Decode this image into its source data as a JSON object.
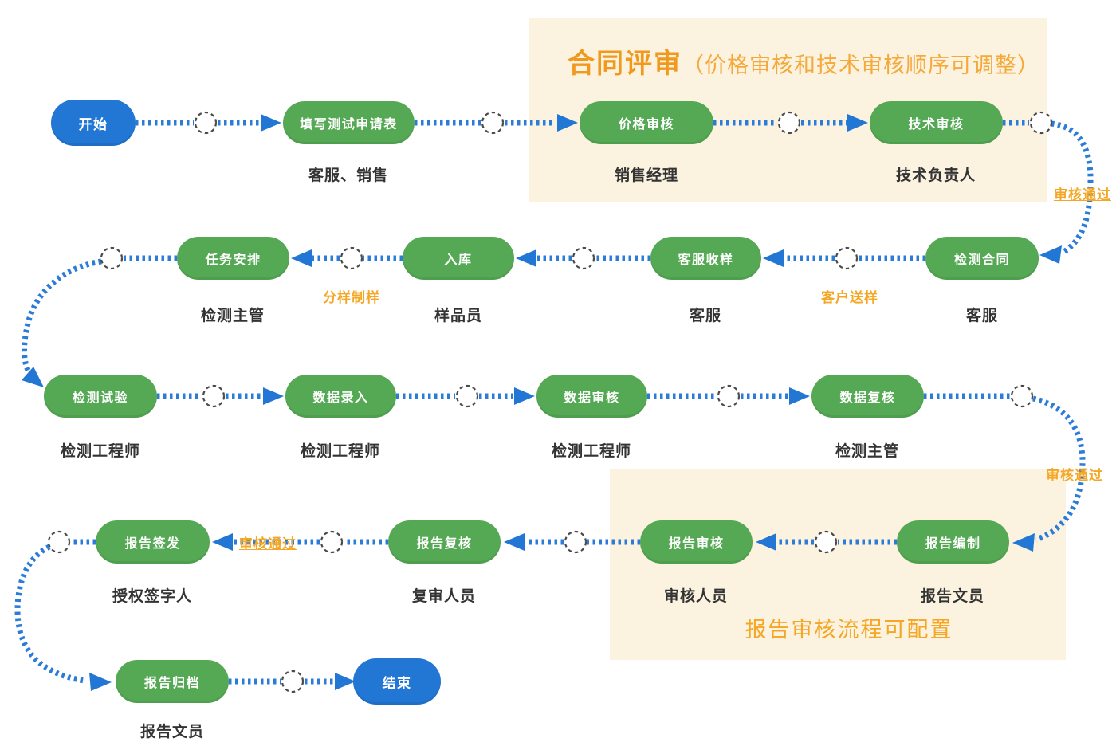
{
  "diagram": {
    "regions": {
      "contract_review": {
        "title": "合同评审",
        "subtitle": "（价格审核和技术审核顺序可调整）"
      },
      "report_review": {
        "note": "报告审核流程可配置"
      }
    },
    "annotations": {
      "pass1": "审核通过",
      "pass2": "审核通过",
      "pass3": "审核通过",
      "split_sample": "分样制样",
      "customer_send_sample": "客户送样"
    },
    "nodes": [
      {
        "id": "start",
        "label": "开始",
        "type": "terminal"
      },
      {
        "id": "fill-form",
        "label": "填写测试申请表",
        "role": "客服、销售",
        "type": "step"
      },
      {
        "id": "price-review",
        "label": "价格审核",
        "role": "销售经理",
        "type": "step"
      },
      {
        "id": "tech-review",
        "label": "技术审核",
        "role": "技术负责人",
        "type": "step"
      },
      {
        "id": "contract",
        "label": "检测合同",
        "role": "客服",
        "type": "step"
      },
      {
        "id": "receive-sample",
        "label": "客服收样",
        "role": "客服",
        "type": "step"
      },
      {
        "id": "warehouse-in",
        "label": "入库",
        "role": "样品员",
        "type": "step"
      },
      {
        "id": "task-assign",
        "label": "任务安排",
        "role": "检测主管",
        "type": "step"
      },
      {
        "id": "test-run",
        "label": "检测试验",
        "role": "检测工程师",
        "type": "step"
      },
      {
        "id": "data-entry",
        "label": "数据录入",
        "role": "检测工程师",
        "type": "step"
      },
      {
        "id": "data-review",
        "label": "数据审核",
        "role": "检测工程师",
        "type": "step"
      },
      {
        "id": "data-recheck",
        "label": "数据复核",
        "role": "检测主管",
        "type": "step"
      },
      {
        "id": "report-prepare",
        "label": "报告编制",
        "role": "报告文员",
        "type": "step"
      },
      {
        "id": "report-review",
        "label": "报告审核",
        "role": "审核人员",
        "type": "step"
      },
      {
        "id": "report-recheck",
        "label": "报告复核",
        "role": "复审人员",
        "type": "step"
      },
      {
        "id": "report-sign",
        "label": "报告签发",
        "role": "授权签字人",
        "type": "step"
      },
      {
        "id": "report-archive",
        "label": "报告归档",
        "role": "报告文员",
        "type": "step"
      },
      {
        "id": "end",
        "label": "结束",
        "type": "terminal"
      }
    ],
    "colors": {
      "node_green": "#55a954",
      "node_blue": "#2277d5",
      "connector_blue": "#2b7cd9",
      "region_beige": "#fbf2df",
      "accent_orange": "#f5a623",
      "label_dark": "#333333"
    }
  }
}
